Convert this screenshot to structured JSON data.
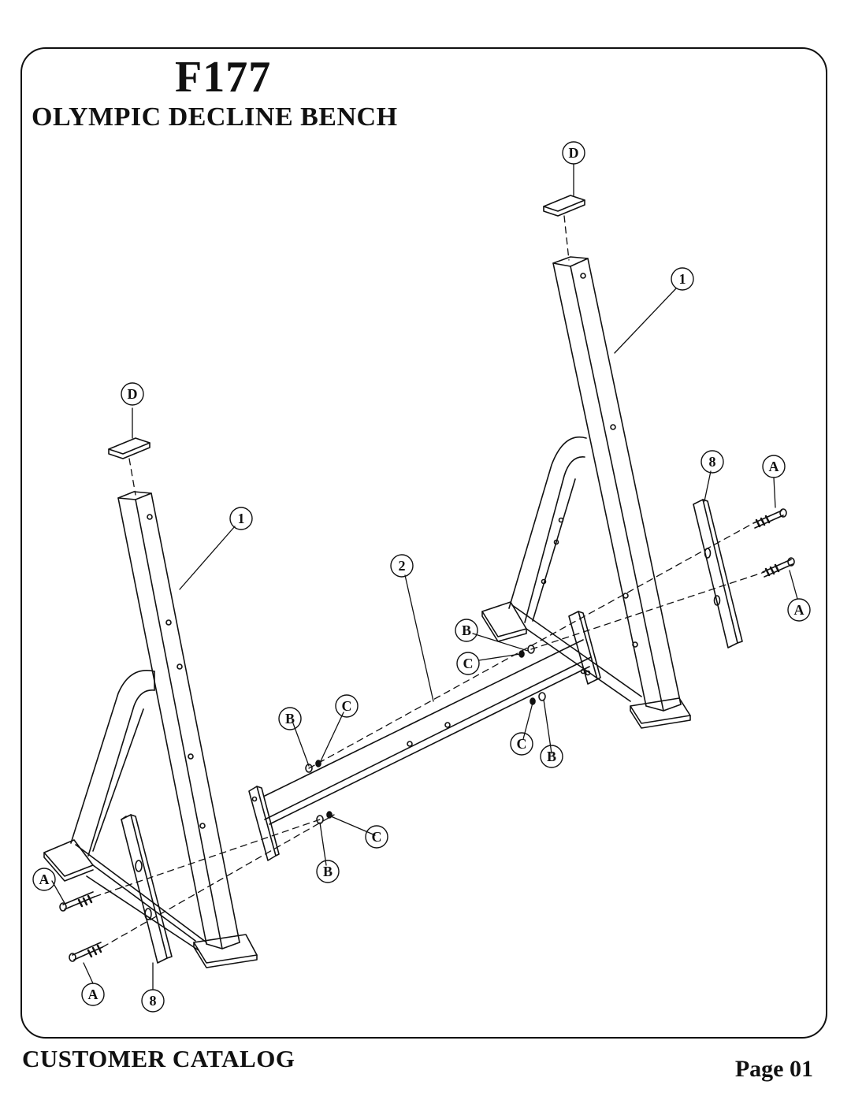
{
  "header": {
    "model": "F177",
    "title": "OLYMPIC DECLINE BENCH"
  },
  "footer": {
    "catalog": "CUSTOMER CATALOG",
    "page": "Page 01"
  },
  "callouts": {
    "part_1": "1",
    "part_2": "2",
    "part_8": "8",
    "hw_A": "A",
    "hw_B": "B",
    "hw_C": "C",
    "hw_D": "D"
  }
}
